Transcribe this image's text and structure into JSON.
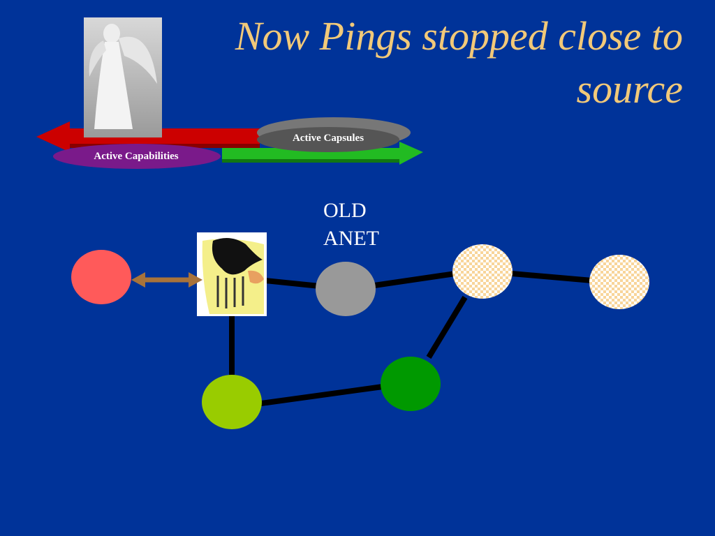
{
  "slide": {
    "title_line1": "Now Pings stopped close to",
    "title_line2": "source"
  },
  "labels": {
    "capsules": "Active Capsules",
    "capabilities": "Active Capabilities",
    "old_anet_line1": "OLD",
    "old_anet_line2": "ANET"
  },
  "colors": {
    "background": "#003399",
    "title": "#f2c979",
    "red_node": "#ff5a5a",
    "gray_node": "#999999",
    "lime_node": "#99cc00",
    "green_node": "#009900",
    "checker_node": "#f8d59a",
    "link": "#000000",
    "ping_arrow": "#a8733a"
  }
}
